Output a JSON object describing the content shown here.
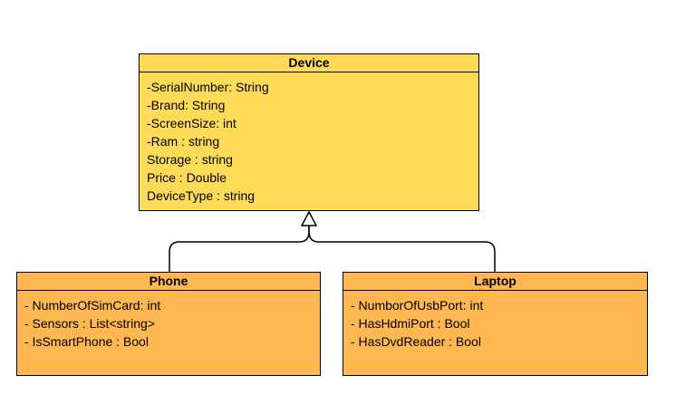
{
  "colors": {
    "parent_fill": "#FFDB58",
    "child_fill": "#FFB752",
    "stroke": "#000000"
  },
  "classes": {
    "device": {
      "name": "Device",
      "attributes": [
        "-SerialNumber: String",
        "-Brand: String",
        "-ScreenSize: int",
        "-Ram : string",
        "Storage : string",
        "Price : Double",
        "DeviceType : string"
      ]
    },
    "phone": {
      "name": "Phone",
      "attributes": [
        "- NumberOfSimCard: int",
        "- Sensors : List<string>",
        "- IsSmartPhone : Bool"
      ]
    },
    "laptop": {
      "name": "Laptop",
      "attributes": [
        "- NumborOfUsbPort: int",
        "- HasHdmiPort : Bool",
        "- HasDvdReader : Bool"
      ]
    }
  },
  "relations": [
    {
      "type": "inheritance",
      "from": "phone",
      "to": "device"
    },
    {
      "type": "inheritance",
      "from": "laptop",
      "to": "device"
    }
  ]
}
